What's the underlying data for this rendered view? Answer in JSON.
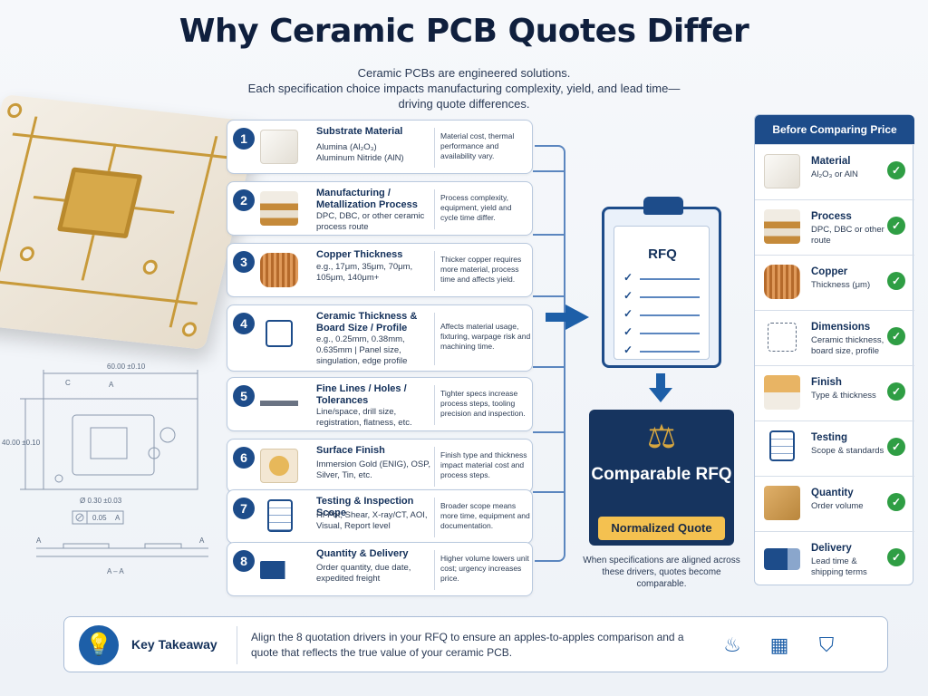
{
  "title": "Why Ceramic PCB Quotes Differ",
  "subtitle": [
    "Ceramic PCBs are engineered solutions.",
    "Each specification choice impacts manufacturing complexity, yield, and lead time—",
    "driving quote differences."
  ],
  "drawing": {
    "width_dim": "60.00 ±0.10",
    "height_dim": "40.00 ±0.10",
    "label_c": "C",
    "label_a1": "A",
    "hole_dim": "Ø 0.30 ±0.03",
    "flat_val": "0.05",
    "flat_sym": "A",
    "sect_a_left": "A",
    "sect_a_right": "A",
    "section": "A – A"
  },
  "drivers": [
    {
      "num": "1",
      "title": "Substrate Material",
      "desc": "Alumina (Al₂O₃)\nAluminum Nitride (AlN)",
      "impact": "Material cost, thermal performance and availability vary."
    },
    {
      "num": "2",
      "title": "Manufacturing / Metallization Process",
      "desc": "DPC, DBC, or other ceramic process route",
      "impact": "Process complexity, equipment, yield and cycle time differ."
    },
    {
      "num": "3",
      "title": "Copper Thickness",
      "desc": "e.g., 17μm, 35μm, 70μm, 105μm, 140μm+",
      "impact": "Thicker copper requires more material, process time and affects yield."
    },
    {
      "num": "4",
      "title": "Ceramic Thickness & Board Size / Profile",
      "desc": "e.g., 0.25mm, 0.38mm, 0.635mm | Panel size, singulation, edge profile",
      "impact": "Affects material usage, fixturing, warpage risk and machining time."
    },
    {
      "num": "5",
      "title": "Fine Lines / Holes / Tolerances",
      "desc": "Line/space, drill size, registration, flatness, etc.",
      "impact": "Tighter specs increase process steps, tooling precision and inspection."
    },
    {
      "num": "6",
      "title": "Surface Finish",
      "desc": "Immersion Gold (ENIG), OSP, Silver, Tin, etc.",
      "impact": "Finish type and thickness impact material cost and process steps."
    },
    {
      "num": "7",
      "title": "Testing & Inspection Scope",
      "desc": "Hi-Pot, Shear, X-ray/CT, AOI, Visual, Report level",
      "impact": "Broader scope means more time, equipment and documentation."
    },
    {
      "num": "8",
      "title": "Quantity & Delivery",
      "desc": "Order quantity, due date, expedited freight",
      "impact": "Higher volume lowers unit cost; urgency increases price."
    }
  ],
  "rfq": {
    "label": "RFQ"
  },
  "comparable": {
    "title": "Comparable RFQ",
    "badge": "Normalized Quote",
    "note": "When specifications are aligned across these drivers, quotes become comparable."
  },
  "checklist": {
    "header": "Before Comparing Price",
    "items": [
      {
        "title": "Material",
        "desc": "Al₂O₃ or AlN",
        "icon": "ceramic-block-icon"
      },
      {
        "title": "Process",
        "desc": "DPC, DBC or other route",
        "icon": "layered-substrate-icon"
      },
      {
        "title": "Copper",
        "desc": "Thickness (μm)",
        "icon": "copper-coil-icon"
      },
      {
        "title": "Dimensions",
        "desc": "Ceramic thickness, board size, profile",
        "icon": "dimensions-icon"
      },
      {
        "title": "Finish",
        "desc": "Type & thickness",
        "icon": "finish-layer-icon"
      },
      {
        "title": "Testing",
        "desc": "Scope & standards",
        "icon": "test-clipboard-icon"
      },
      {
        "title": "Quantity",
        "desc": "Order volume",
        "icon": "boxes-icon"
      },
      {
        "title": "Delivery",
        "desc": "Lead time & shipping terms",
        "icon": "truck-icon"
      }
    ]
  },
  "takeaway": {
    "label": "Key Takeaway",
    "text": "Align the 8 quotation drivers in your RFQ to ensure an apples-to-apples comparison and a quote that reflects the true value of your ceramic PCB."
  },
  "colors": {
    "navy": "#16345f",
    "accent": "#1d5fa8",
    "gold": "#f4c150",
    "check": "#2f9e44",
    "copper": "#c27a3a"
  }
}
